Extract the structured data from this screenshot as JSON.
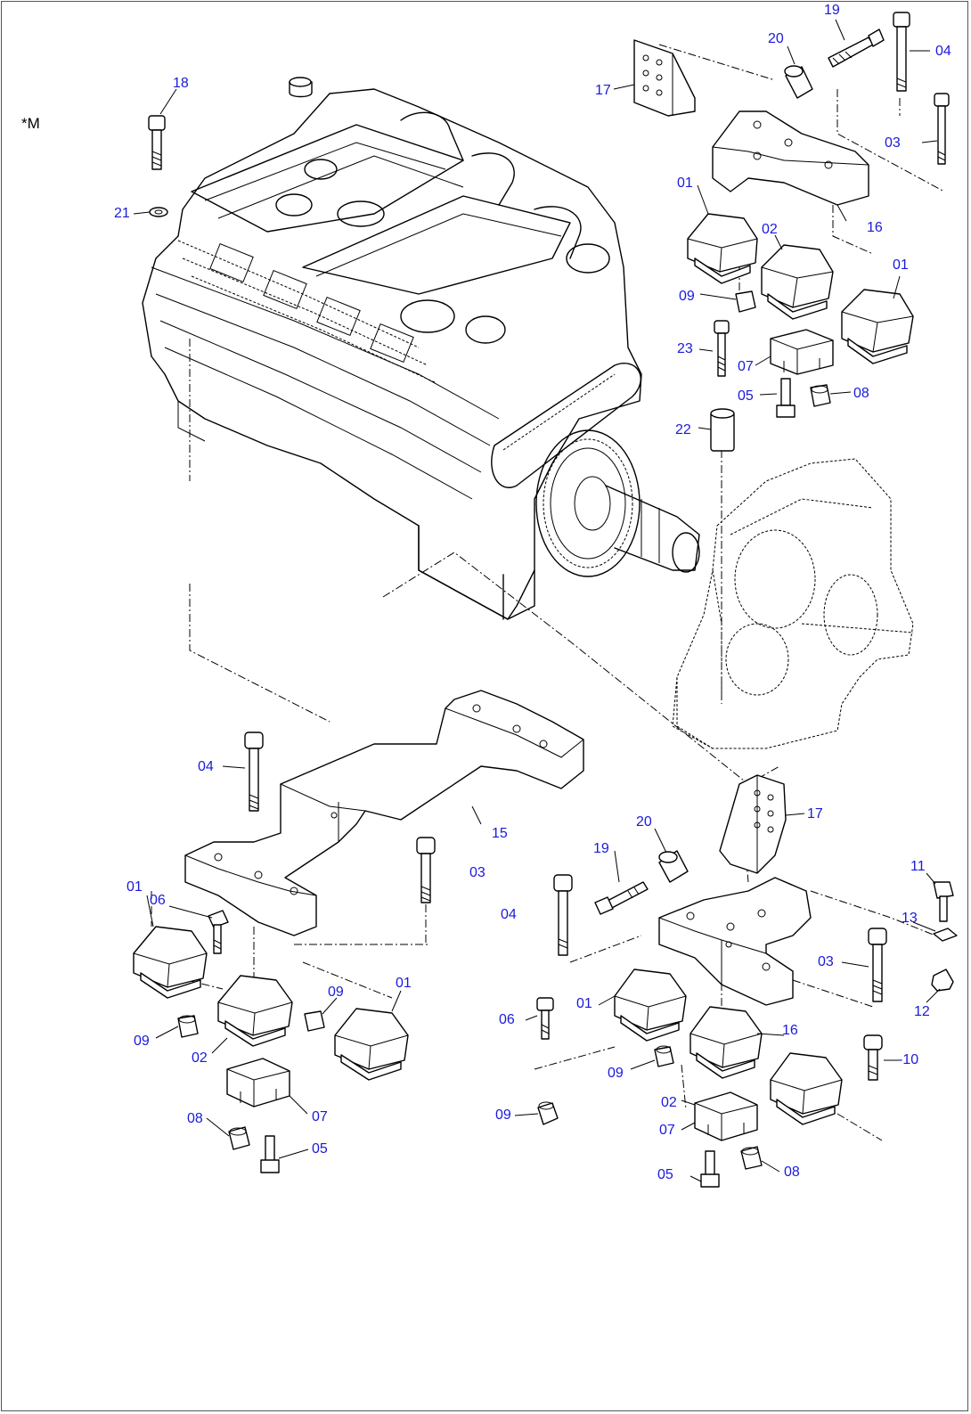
{
  "sheet_marker": "*M",
  "callouts": {
    "c19_top": "19",
    "c20_top": "20",
    "c04_top": "04",
    "c17_top": "17",
    "c18": "18",
    "c03_top": "03",
    "c21": "21",
    "c01_top_a": "01",
    "c16_top": "16",
    "c02_top": "02",
    "c01_top_b": "01",
    "c09_top": "09",
    "c23": "23",
    "c07_top": "07",
    "c08_top": "08",
    "c05_top": "05",
    "c22": "22",
    "c04_left": "04",
    "c15": "15",
    "c03_left": "03",
    "c01_left_a": "01",
    "c06_left": "06",
    "c09_left_a": "09",
    "c01_left_b": "01",
    "c09_left_b": "09",
    "c02_left": "02",
    "c08_left": "08",
    "c07_left": "07",
    "c05_left": "05",
    "c20_right": "20",
    "c17_right": "17",
    "c19_right": "19",
    "c04_right": "04",
    "c11": "11",
    "c13": "13",
    "c03_right": "03",
    "c12": "12",
    "c06_right": "06",
    "c01_right": "01",
    "c16_right": "16",
    "c10": "-10",
    "c09_right_a": "09",
    "c02_right": "02",
    "c09_right_b": "09",
    "c07_right": "07",
    "c05_right": "05",
    "c08_right": "08"
  },
  "colors": {
    "callout": "#1a1adc",
    "line": "#000000",
    "frame": "#555555"
  }
}
